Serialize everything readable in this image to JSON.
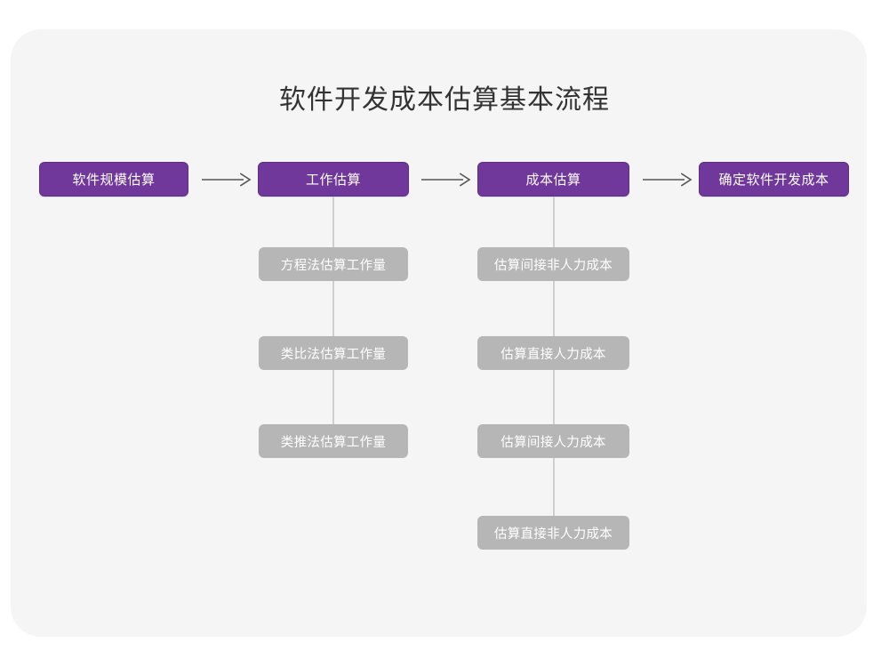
{
  "diagram": {
    "title": "软件开发成本估算基本流程",
    "colors": {
      "card_background": "#f5f5f5",
      "page_background": "#ffffff",
      "primary_node": "#70389b",
      "primary_node_border": "#5e2d84",
      "sub_node": "#b6b6b6",
      "connector_line": "#cfcfcf",
      "arrow": "#555555",
      "title_text": "#333333",
      "node_text": "#ffffff"
    },
    "main_steps": [
      {
        "label": "软件规模估算"
      },
      {
        "label": "工作估算"
      },
      {
        "label": "成本估算"
      },
      {
        "label": "确定软件开发成本"
      }
    ],
    "arrows": [
      {
        "name": "arrow-1",
        "glyph": "→"
      },
      {
        "name": "arrow-2",
        "glyph": "→"
      },
      {
        "name": "arrow-3",
        "glyph": "→"
      }
    ],
    "branches": [
      {
        "parent": "工作估算",
        "items": [
          "方程法估算工作量",
          "类比法估算工作量",
          "类推法估算工作量"
        ]
      },
      {
        "parent": "成本估算",
        "items": [
          "估算间接非人力成本",
          "估算直接人力成本",
          "估算间接人力成本",
          "估算直接非人力成本"
        ]
      }
    ]
  }
}
